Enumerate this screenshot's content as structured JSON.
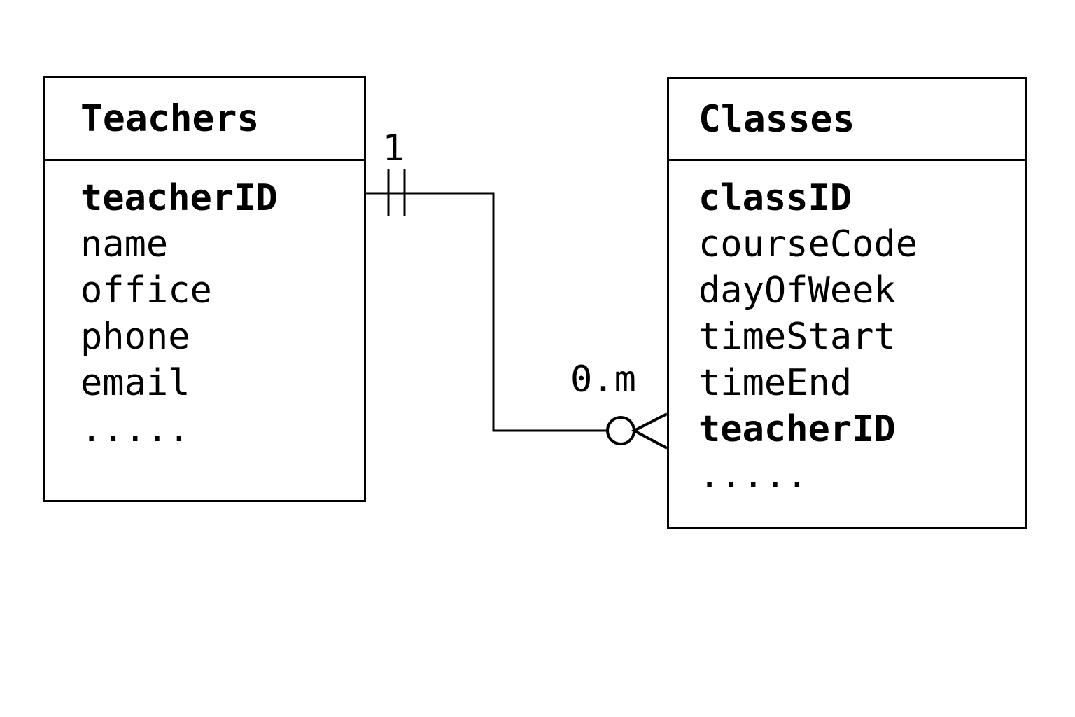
{
  "diagram": {
    "type": "entity-relationship",
    "background_color": "#ffffff",
    "line_color": "#000000",
    "entities": [
      {
        "name": "Teachers",
        "fields": [
          {
            "label": "teacherID",
            "key": true
          },
          {
            "label": "name",
            "key": false
          },
          {
            "label": "office",
            "key": false
          },
          {
            "label": "phone",
            "key": false
          },
          {
            "label": "email",
            "key": false
          },
          {
            "label": ".....",
            "key": false
          }
        ]
      },
      {
        "name": "Classes",
        "fields": [
          {
            "label": "classID",
            "key": true
          },
          {
            "label": "courseCode",
            "key": false
          },
          {
            "label": "dayOfWeek",
            "key": false
          },
          {
            "label": "timeStart",
            "key": false
          },
          {
            "label": "timeEnd",
            "key": false
          },
          {
            "label": "teacherID",
            "key": true
          },
          {
            "label": ".....",
            "key": false
          }
        ]
      }
    ],
    "relationship": {
      "from_entity": "Teachers",
      "to_entity": "Classes",
      "from_cardinality": "1",
      "to_cardinality": "0.m",
      "from_notation": "one (double tick marks)",
      "to_notation": "zero-or-many (circle + crow's foot)"
    }
  }
}
